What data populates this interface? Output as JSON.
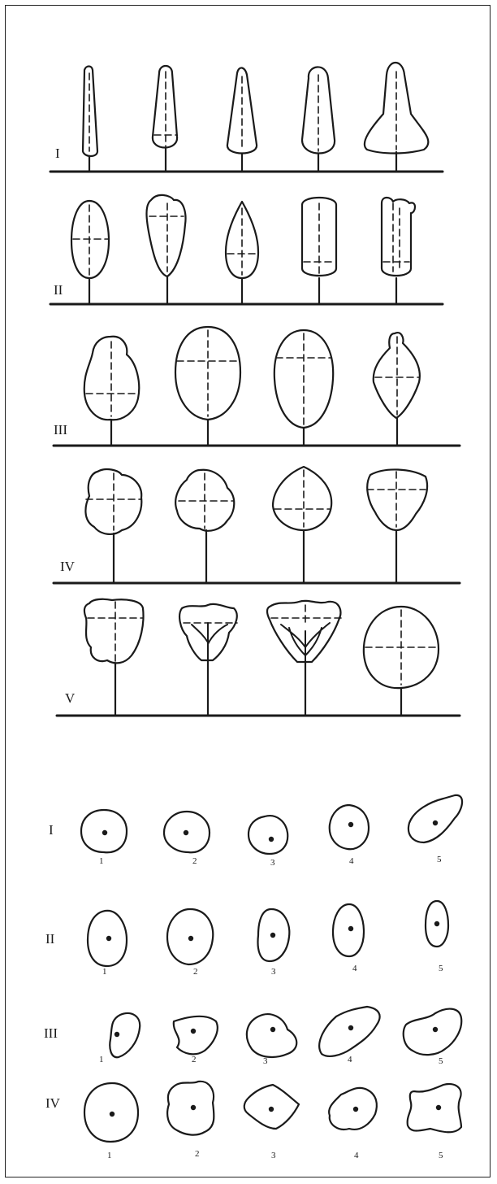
{
  "side_profiles": {
    "rows": [
      {
        "label": "I",
        "shapes": [
          "slender-column",
          "narrow-oblong",
          "tapered-spire",
          "broad-oblong",
          "flared-conical"
        ]
      },
      {
        "label": "II",
        "shapes": [
          "oval",
          "obovate",
          "tear-drop",
          "rounded-rectangle",
          "notched-rectangle"
        ]
      },
      {
        "label": "III",
        "shapes": [
          "irregular-ovoid",
          "broad-ovoid",
          "egg",
          "diamond"
        ]
      },
      {
        "label": "IV",
        "shapes": [
          "lobed-round",
          "lobed-round-low",
          "round-pointed-top",
          "flat-topped-round"
        ]
      },
      {
        "label": "V",
        "shapes": [
          "squared-crown",
          "vase-branching",
          "spreading-branching",
          "globe"
        ]
      }
    ]
  },
  "crown_plans": {
    "rows": [
      {
        "label": "I",
        "numbers": [
          "1",
          "2",
          "3",
          "4",
          "5"
        ]
      },
      {
        "label": "II",
        "numbers": [
          "1",
          "2",
          "3",
          "4",
          "5"
        ]
      },
      {
        "label": "III",
        "numbers": [
          "1",
          "2",
          "3",
          "4",
          "5"
        ]
      },
      {
        "label": "IV",
        "numbers": [
          "1",
          "2",
          "3",
          "4",
          "5"
        ]
      }
    ]
  },
  "colors": {
    "ink": "#1a1a1a",
    "background": "#ffffff"
  }
}
